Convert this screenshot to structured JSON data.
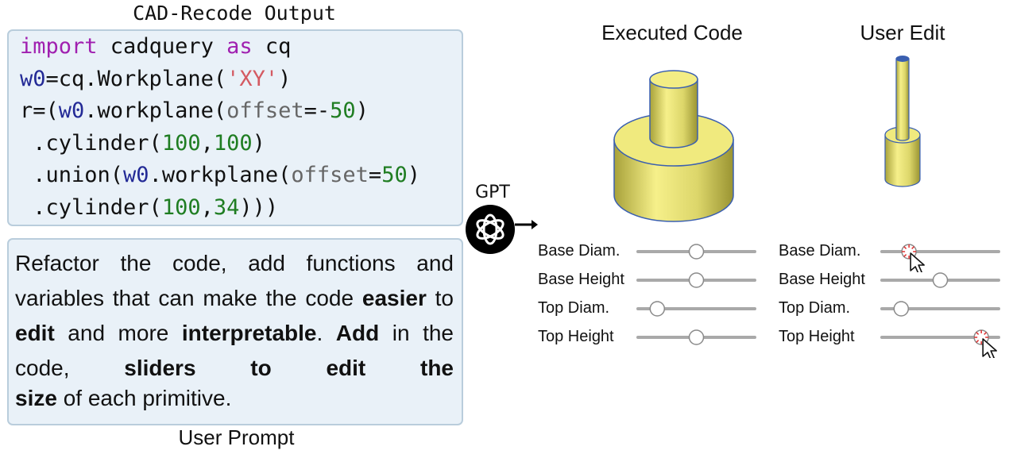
{
  "code_panel": {
    "title": "CAD-Recode Output",
    "lines": [
      [
        {
          "t": "import",
          "c": "kw"
        },
        {
          "t": " cadquery ",
          "c": ""
        },
        {
          "t": "as",
          "c": "kw"
        },
        {
          "t": " cq",
          "c": ""
        }
      ],
      [
        {
          "t": "w0",
          "c": "vr"
        },
        {
          "t": "=cq.Workplane(",
          "c": ""
        },
        {
          "t": "'XY'",
          "c": "st"
        },
        {
          "t": ")",
          "c": ""
        }
      ],
      [
        {
          "t": "r=(",
          "c": ""
        },
        {
          "t": "w0",
          "c": "vr"
        },
        {
          "t": ".workplane(",
          "c": ""
        },
        {
          "t": "offset",
          "c": "ar"
        },
        {
          "t": "=-",
          "c": ""
        },
        {
          "t": "50",
          "c": "nm"
        },
        {
          "t": ")",
          "c": ""
        }
      ],
      [
        {
          "t": " .cylinder(",
          "c": ""
        },
        {
          "t": "100",
          "c": "nm"
        },
        {
          "t": ",",
          "c": ""
        },
        {
          "t": "100",
          "c": "nm"
        },
        {
          "t": ")",
          "c": ""
        }
      ],
      [
        {
          "t": " .union(",
          "c": ""
        },
        {
          "t": "w0",
          "c": "vr"
        },
        {
          "t": ".workplane(",
          "c": ""
        },
        {
          "t": "offset",
          "c": "ar"
        },
        {
          "t": "=",
          "c": ""
        },
        {
          "t": "50",
          "c": "nm"
        },
        {
          "t": ")",
          "c": ""
        }
      ],
      [
        {
          "t": " .cylinder(",
          "c": ""
        },
        {
          "t": "100",
          "c": "nm"
        },
        {
          "t": ",",
          "c": ""
        },
        {
          "t": "34",
          "c": "nm"
        },
        {
          "t": ")))",
          "c": ""
        }
      ]
    ],
    "colors": {
      "keyword": "#a020b0",
      "variable": "#232a96",
      "string": "#d45a62",
      "number": "#1f7d22",
      "argument": "#666666"
    }
  },
  "prompt": {
    "caption": "User Prompt",
    "text_parts": [
      {
        "t": "Refactor the code, add functions and variables that can make the code ",
        "b": false
      },
      {
        "t": "easier",
        "b": true
      },
      {
        "t": " to ",
        "b": false
      },
      {
        "t": "edit",
        "b": true
      },
      {
        "t": " and more ",
        "b": false
      },
      {
        "t": "interpretable",
        "b": true
      },
      {
        "t": ". ",
        "b": false
      },
      {
        "t": "Add",
        "b": true
      },
      {
        "t": " in the code, ",
        "b": false
      },
      {
        "t": "sliders to edit the",
        "b": true
      }
    ],
    "last_line": [
      {
        "t": "size",
        "b": true
      },
      {
        "t": " of each primitive.",
        "b": false
      }
    ]
  },
  "gpt": {
    "label": "GPT",
    "icon": "openai-logo-icon"
  },
  "executed": {
    "title": "Executed Code",
    "sliders": [
      {
        "label": "Base Diam.",
        "value": 0.5
      },
      {
        "label": "Base Height",
        "value": 0.5
      },
      {
        "label": "Top Diam.",
        "value": 0.1
      },
      {
        "label": "Top Height",
        "value": 0.5
      }
    ]
  },
  "user_edit": {
    "title": "User Edit",
    "sliders": [
      {
        "label": "Base Diam.",
        "value": 0.18,
        "cursor": true
      },
      {
        "label": "Base Height",
        "value": 0.5,
        "cursor": false
      },
      {
        "label": "Top Diam.",
        "value": 0.1,
        "cursor": false
      },
      {
        "label": "Top Height",
        "value": 0.92,
        "cursor": true
      }
    ]
  },
  "model_colors": {
    "fill": "#ebe57a",
    "outline": "#3a5fb0"
  }
}
